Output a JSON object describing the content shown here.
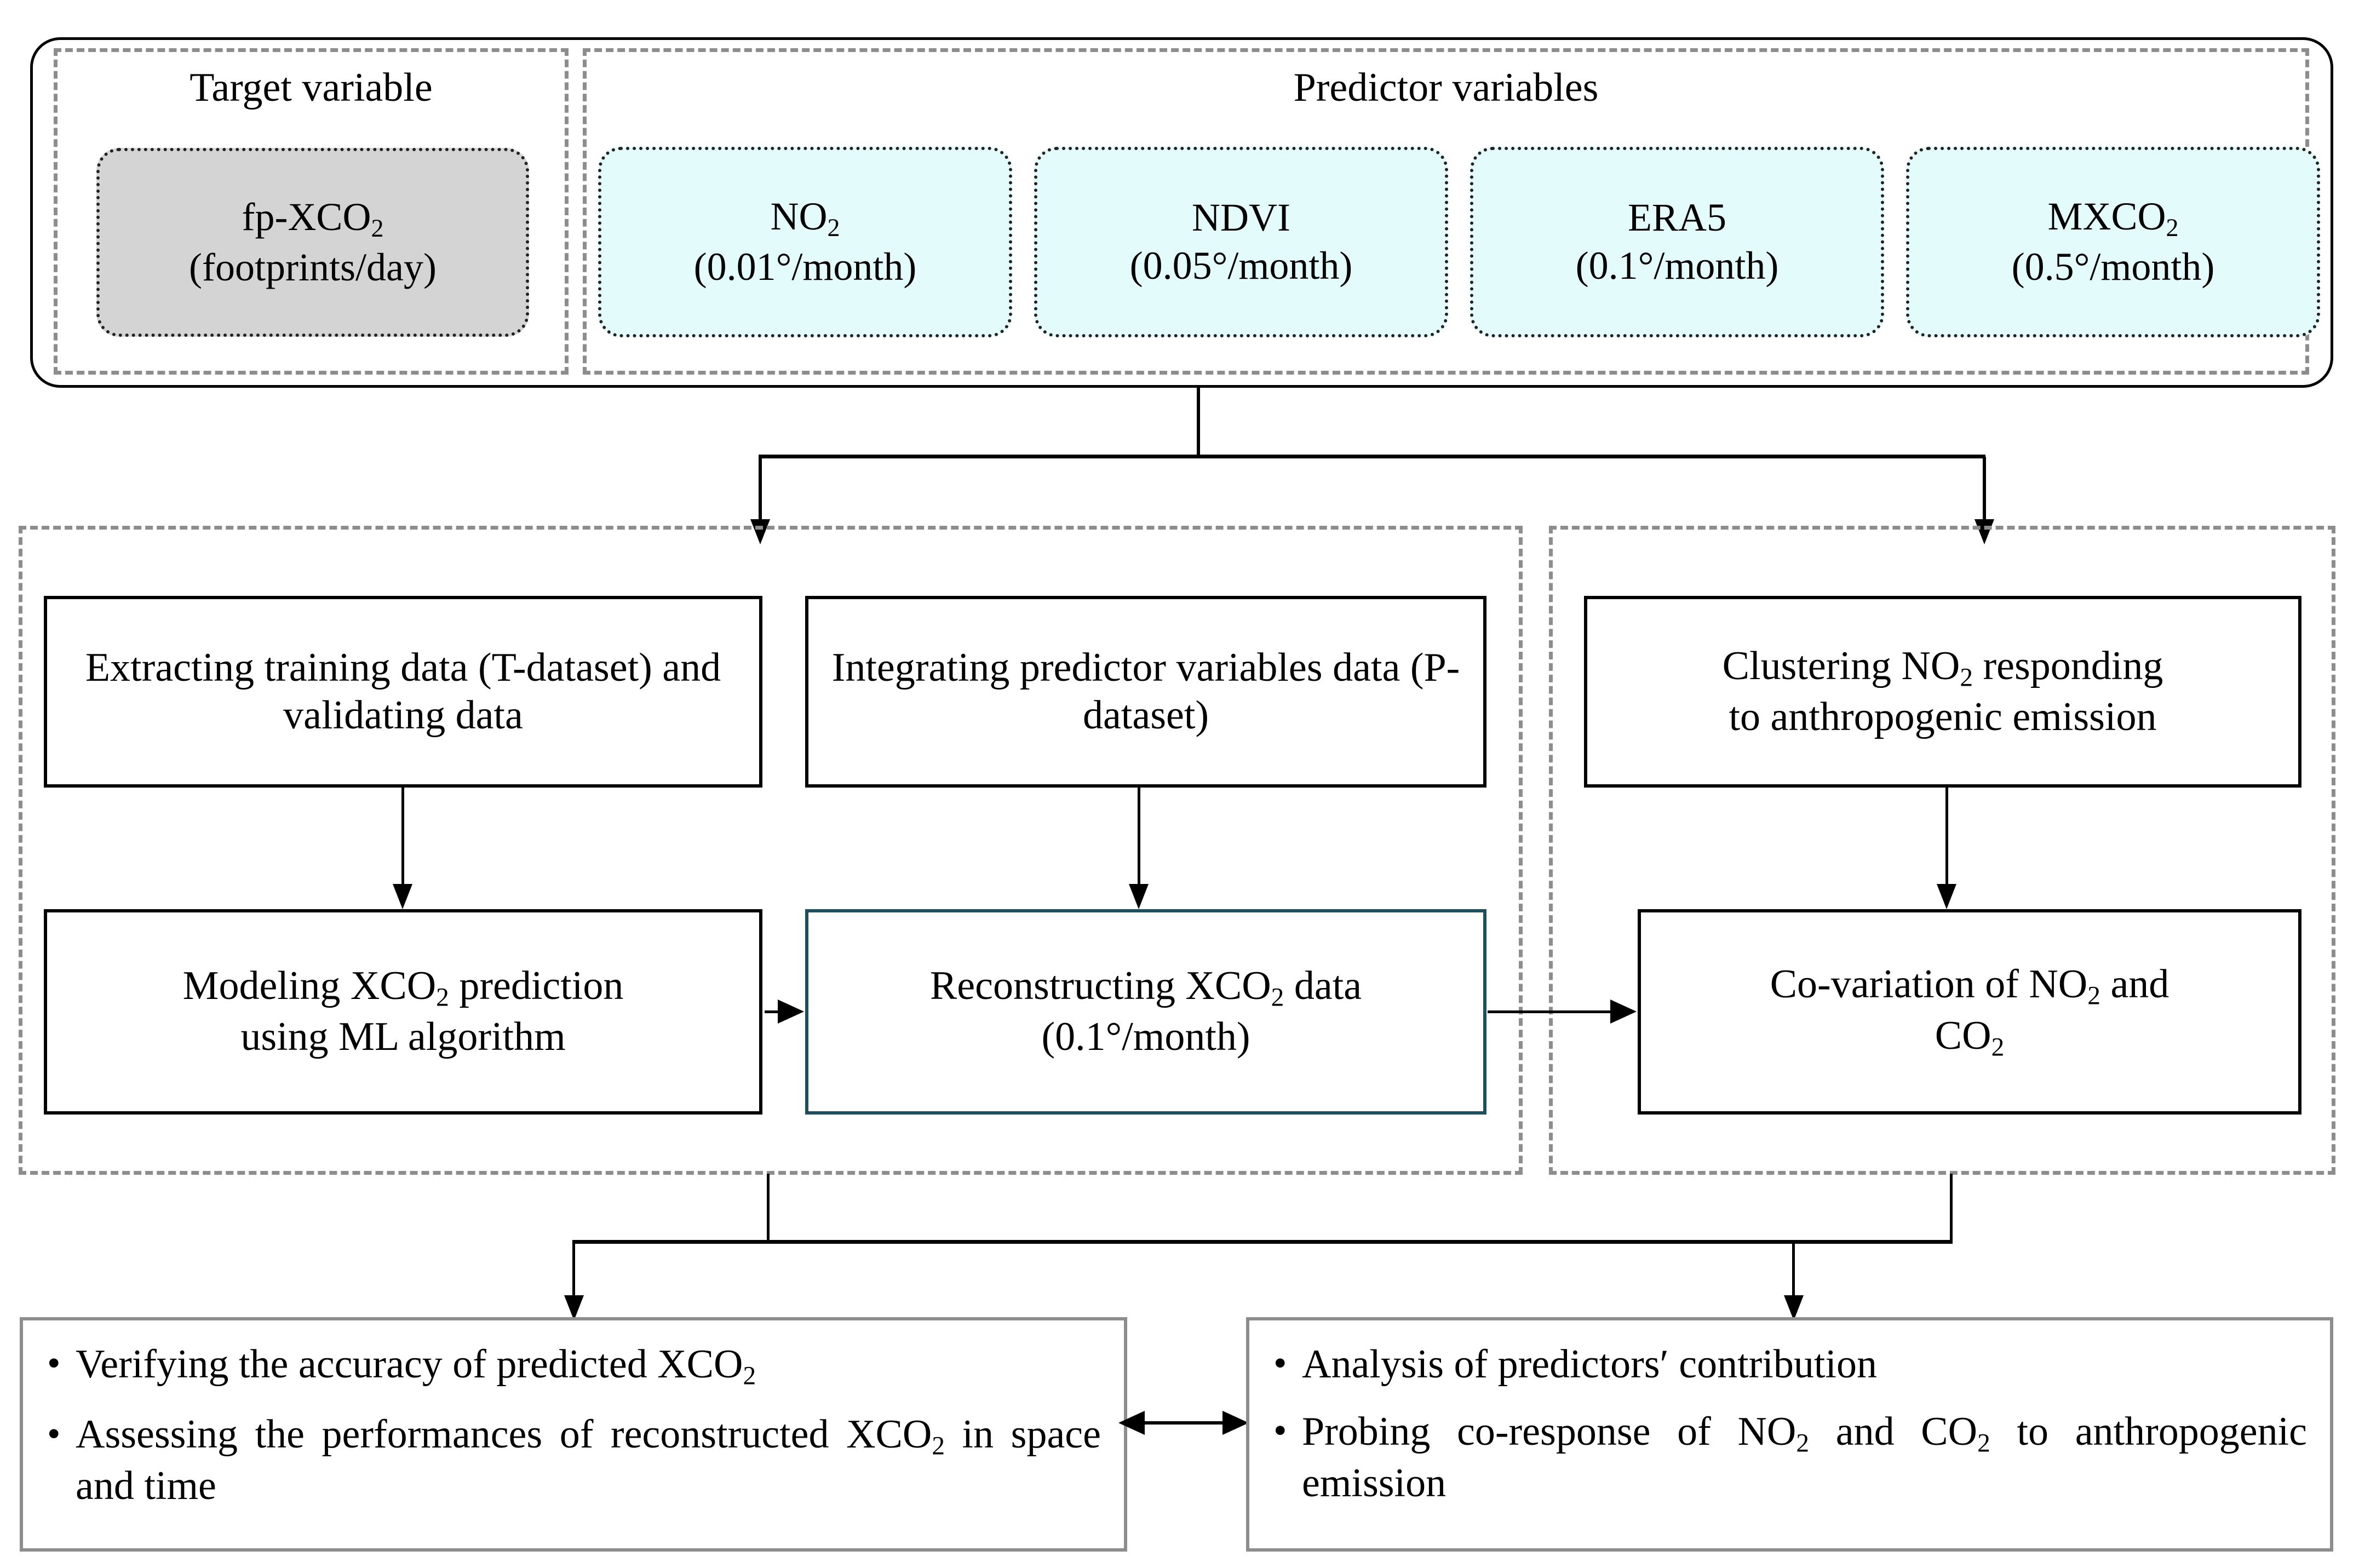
{
  "figure": {
    "type": "flowchart",
    "title": "XCO2 reconstruction and NO2/CO2 co-variation workflow"
  },
  "top": {
    "target_group": {
      "caption": "Target variable",
      "chips": [
        {
          "name": "fp-XCO2",
          "label_main": "fp-XCO",
          "label_sub": "2",
          "label_unit": "(footprints/day)",
          "fill": "#d4d4d4"
        }
      ]
    },
    "predictor_group": {
      "caption": "Predictor variables",
      "chips": [
        {
          "name": "NO2",
          "label_main": "NO",
          "label_sub": "2",
          "label_unit": "(0.01°/month)",
          "fill": "#e4fbfb"
        },
        {
          "name": "NDVI",
          "label_main": "NDVI",
          "label_sub": "",
          "label_unit": "(0.05°/month)",
          "fill": "#e4fbfb"
        },
        {
          "name": "ERA5",
          "label_main": "ERA5",
          "label_sub": "",
          "label_unit": "(0.1°/month)",
          "fill": "#e4fbfb"
        },
        {
          "name": "MXCO2",
          "label_main": "MXCO",
          "label_sub": "2",
          "label_unit": "(0.5°/month)",
          "fill": "#e4fbfb"
        }
      ]
    }
  },
  "middle": {
    "left_group": {
      "boxes": [
        {
          "id": "extract",
          "text": "Extracting training data (T-dataset) and validating data"
        },
        {
          "id": "integrate",
          "text": "Integrating predictor variables data (P-dataset)"
        },
        {
          "id": "modeling",
          "text_line1": "Modeling XCO",
          "sub1": "2",
          "text_line1b": " prediction",
          "text_line2": "using ML algorithm"
        },
        {
          "id": "reconstruct",
          "text_line1": "Reconstructing  XCO",
          "sub1": "2",
          "text_line1b": " data",
          "text_line2": "(0.1°/month)",
          "border_color": "#1f4e5e"
        }
      ]
    },
    "right_group": {
      "boxes": [
        {
          "id": "clustering",
          "text_line1": "Clustering NO",
          "sub1": "2",
          "text_line1b": " responding",
          "text_line2": "to anthropogenic emission"
        },
        {
          "id": "co-variation",
          "text_line1": "Co-variation of NO",
          "sub1": "2",
          "text_line1b": " and",
          "text_line2": "CO",
          "sub2": "2"
        }
      ]
    }
  },
  "bottom": {
    "left_box": {
      "items": [
        {
          "bullet": "•",
          "pre": "Verifying the accuracy of predicted XCO",
          "sub": "2",
          "post": ""
        },
        {
          "bullet": "•",
          "pre": "Assessing the performances of reconstructed XCO",
          "sub": "2",
          "post": " in space and time"
        }
      ]
    },
    "right_box": {
      "items": [
        {
          "bullet": "•",
          "pre": "Analysis of predictors′ contribution",
          "sub": "",
          "post": ""
        },
        {
          "bullet": "•",
          "pre": "Probing  co-response  of  NO",
          "sub": "2",
          "mid": "  and  CO",
          "sub2": "2",
          "post": "  to anthropogenic emission"
        }
      ]
    }
  },
  "colors": {
    "outline": "#000000",
    "dashed_frame": "#8d8d8d",
    "target_fill": "#d4d4d4",
    "predictor_fill": "#e4fbfb",
    "accent_border": "#1f4e5e"
  }
}
